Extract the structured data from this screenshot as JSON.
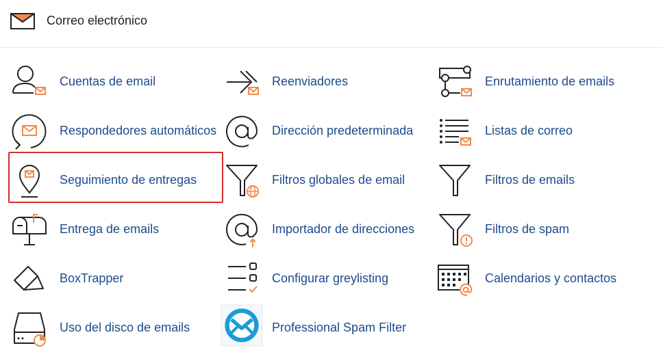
{
  "section": {
    "title": "Correo electrónico",
    "icon": "envelope-icon"
  },
  "accent_color": "#f08b4a",
  "link_color": "#1c4b8c",
  "highlight_color": "#d0302b",
  "items": [
    {
      "label": "Cuentas de email",
      "icon": "user-mail-icon"
    },
    {
      "label": "Reenviadores",
      "icon": "forward-arrow-icon"
    },
    {
      "label": "Enrutamiento de emails",
      "icon": "routing-icon"
    },
    {
      "label": "Respondedores automáticos",
      "icon": "autoresponder-icon"
    },
    {
      "label": "Dirección predeterminada",
      "icon": "at-sign-icon"
    },
    {
      "label": "Listas de correo",
      "icon": "mailing-list-icon"
    },
    {
      "label": "Seguimiento de entregas",
      "icon": "location-pin-mail-icon",
      "highlighted": true
    },
    {
      "label": "Filtros globales de email",
      "icon": "funnel-globe-icon"
    },
    {
      "label": "Filtros de emails",
      "icon": "funnel-icon"
    },
    {
      "label": "Entrega de emails",
      "icon": "mailbox-icon"
    },
    {
      "label": "Importador de direcciones",
      "icon": "at-import-icon"
    },
    {
      "label": "Filtros de spam",
      "icon": "funnel-alert-icon"
    },
    {
      "label": "BoxTrapper",
      "icon": "box-trapper-icon"
    },
    {
      "label": "Configurar greylisting",
      "icon": "greylisting-checklist-icon"
    },
    {
      "label": "Calendarios y contactos",
      "icon": "calendar-at-icon"
    },
    {
      "label": "Uso del disco de emails",
      "icon": "disk-usage-icon"
    },
    {
      "label": "Professional Spam Filter",
      "icon": "spam-filter-logo-icon"
    }
  ]
}
